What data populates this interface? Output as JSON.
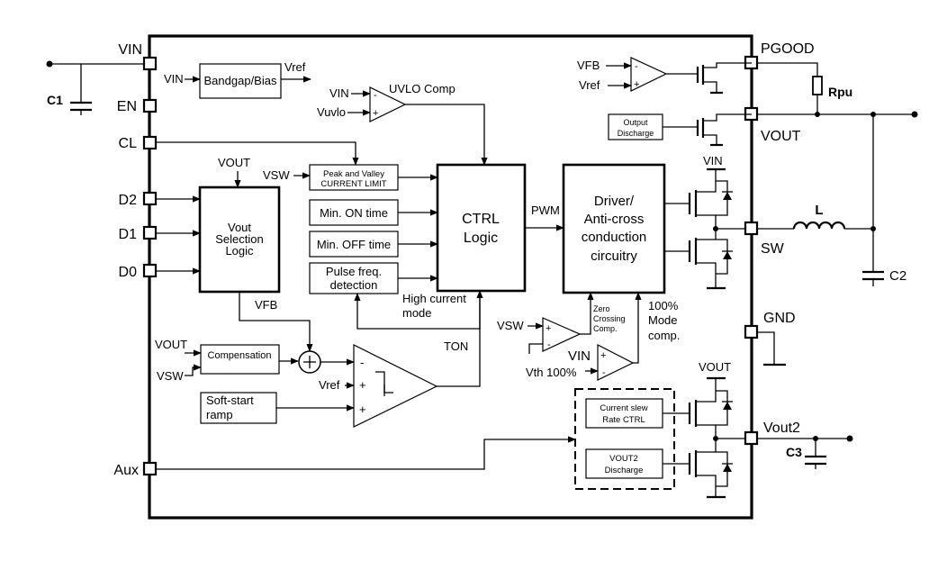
{
  "pins": {
    "vin": "VIN",
    "en": "EN",
    "cl": "CL",
    "d2": "D2",
    "d1": "D1",
    "d0": "D0",
    "aux": "Aux",
    "pgood": "PGOOD",
    "vout": "VOUT",
    "sw": "SW",
    "gnd": "GND",
    "vout2": "Vout2"
  },
  "external": {
    "c1": "C1",
    "c2": "C2",
    "c3": "C3",
    "rpu": "Rpu",
    "l": "L"
  },
  "blocks": {
    "bandgap": "Bandgap/Bias",
    "peak_valley_1": "Peak and Valley",
    "peak_valley_2": "CURRENT LIMIT",
    "min_on": "Min. ON time",
    "min_off": "Min. OFF time",
    "pulse_1": "Pulse freq.",
    "pulse_2": "detection",
    "vout_sel_1": "Vout",
    "vout_sel_2": "Selection",
    "vout_sel_3": "Logic",
    "ctrl_1": "CTRL",
    "ctrl_2": "Logic",
    "driver_1": "Driver/",
    "driver_2": "Anti-cross",
    "driver_3": "conduction",
    "driver_4": "circuitry",
    "compensation": "Compensation",
    "softstart_1": "Soft-start",
    "softstart_2": "ramp",
    "output_discharge_1": "Output",
    "output_discharge_2": "Discharge",
    "slew_1": "Current slew",
    "slew_2": "Rate CTRL",
    "vout2_dis_1": "VOUT2",
    "vout2_dis_2": "Discharge"
  },
  "signals": {
    "vin_bg": "VIN",
    "vref_bg": "Vref",
    "uvlo_comp": "UVLO Comp",
    "uvlo_vin": "VIN",
    "uvlo_vuvlo": "Vuvlo",
    "vout_sel": "VOUT",
    "vsw_limit": "VSW",
    "vfb": "VFB",
    "pwm": "PWM",
    "high_current_1": "High current",
    "high_current_2": "mode",
    "ton": "TON",
    "vout_comp": "VOUT",
    "vsw_comp": "VSW",
    "vref_amp": "Vref",
    "vfb_pgood": "VFB",
    "vref_pgood": "Vref",
    "zero_1": "Zero",
    "zero_2": "Crossing",
    "zero_3": "Comp.",
    "mode_1": "100%",
    "mode_2": "Mode",
    "mode_3": "comp.",
    "vsw_zc": "VSW",
    "vin_100": "VIN",
    "vth_100": "Vth 100%",
    "vin_hs": "VIN",
    "vout_ls": "VOUT",
    "minus": "-",
    "plus": "+"
  }
}
